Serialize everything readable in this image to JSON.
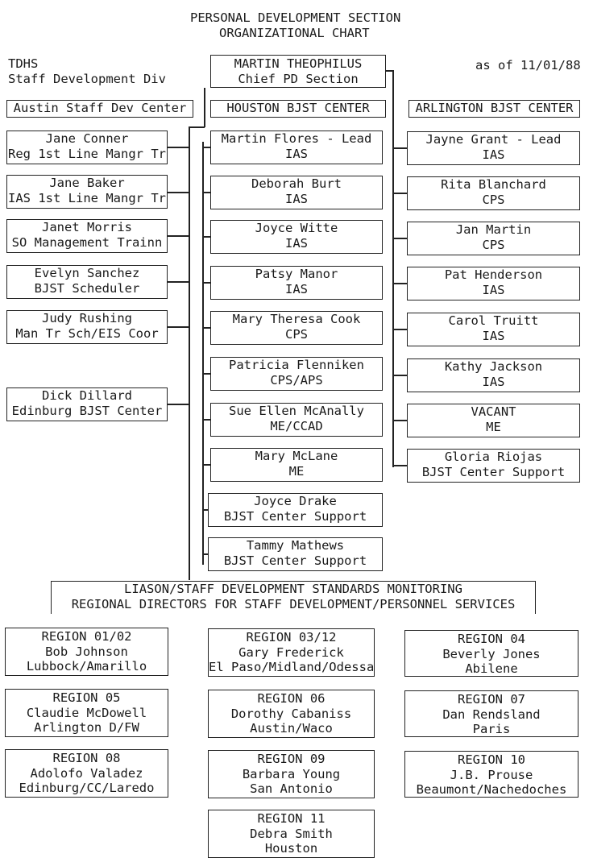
{
  "title": {
    "line1": "PERSONAL DEVELOPMENT SECTION",
    "line2": "ORGANIZATIONAL CHART"
  },
  "org": {
    "line1": "TDHS",
    "line2": "Staff Development Div"
  },
  "asof": "as of 11/01/88",
  "chief": {
    "name": "MARTIN THEOPHILUS",
    "role": "Chief PD Section"
  },
  "austin": {
    "header": "Austin Staff Dev Center",
    "staff": [
      {
        "name": "Jane Conner",
        "role": "Reg 1st Line Mangr Tr"
      },
      {
        "name": "Jane Baker",
        "role": "IAS 1st Line Mangr Tr"
      },
      {
        "name": "Janet Morris",
        "role": "SO Management Trainn"
      },
      {
        "name": "Evelyn Sanchez",
        "role": "BJST Scheduler"
      },
      {
        "name": "Judy Rushing",
        "role": "Man Tr Sch/EIS Coor"
      },
      {
        "name": "Dick Dillard",
        "role": "Edinburg BJST Center"
      }
    ]
  },
  "houston": {
    "header": "HOUSTON BJST CENTER",
    "staff": [
      {
        "name": "Martin Flores - Lead",
        "role": "IAS"
      },
      {
        "name": "Deborah Burt",
        "role": "IAS"
      },
      {
        "name": "Joyce Witte",
        "role": "IAS"
      },
      {
        "name": "Patsy Manor",
        "role": "IAS"
      },
      {
        "name": "Mary Theresa Cook",
        "role": "CPS"
      },
      {
        "name": "Patricia Flenniken",
        "role": "CPS/APS"
      },
      {
        "name": "Sue Ellen McAnally",
        "role": "ME/CCAD"
      },
      {
        "name": "Mary McLane",
        "role": "ME"
      },
      {
        "name": "Joyce Drake",
        "role": "BJST Center Support"
      },
      {
        "name": "Tammy Mathews",
        "role": "BJST Center Support"
      }
    ]
  },
  "arlington": {
    "header": "ARLINGTON BJST CENTER",
    "staff": [
      {
        "name": "Jayne Grant - Lead",
        "role": "IAS"
      },
      {
        "name": "Rita Blanchard",
        "role": "CPS"
      },
      {
        "name": "Jan Martin",
        "role": "CPS"
      },
      {
        "name": "Pat Henderson",
        "role": "IAS"
      },
      {
        "name": "Carol Truitt",
        "role": "IAS"
      },
      {
        "name": "Kathy Jackson",
        "role": "IAS"
      },
      {
        "name": "VACANT",
        "role": "ME"
      },
      {
        "name": "Gloria Riojas",
        "role": "BJST Center Support"
      }
    ]
  },
  "liaison": {
    "line1": "LIASON/STAFF DEVELOPMENT STANDARDS MONITORING",
    "line2": "REGIONAL DIRECTORS FOR STAFF DEVELOPMENT/PERSONNEL SERVICES"
  },
  "regions": [
    {
      "region": "REGION 01/02",
      "name": "Bob Johnson",
      "area": "Lubbock/Amarillo"
    },
    {
      "region": "REGION 03/12",
      "name": "Gary Frederick",
      "area": "El Paso/Midland/Odessa"
    },
    {
      "region": "REGION 04",
      "name": "Beverly Jones",
      "area": "Abilene"
    },
    {
      "region": "REGION 05",
      "name": "Claudie McDowell",
      "area": "Arlington D/FW"
    },
    {
      "region": "REGION 06",
      "name": "Dorothy Cabaniss",
      "area": "Austin/Waco"
    },
    {
      "region": "REGION 07",
      "name": "Dan Rendsland",
      "area": "Paris"
    },
    {
      "region": "REGION 08",
      "name": "Adolofo Valadez",
      "area": "Edinburg/CC/Laredo"
    },
    {
      "region": "REGION 09",
      "name": "Barbara Young",
      "area": "San Antonio"
    },
    {
      "region": "REGION 10",
      "name": "J.B. Prouse",
      "area": "Beaumont/Nachedoches"
    },
    {
      "region": "REGION 11",
      "name": "Debra Smith",
      "area": "Houston"
    }
  ]
}
